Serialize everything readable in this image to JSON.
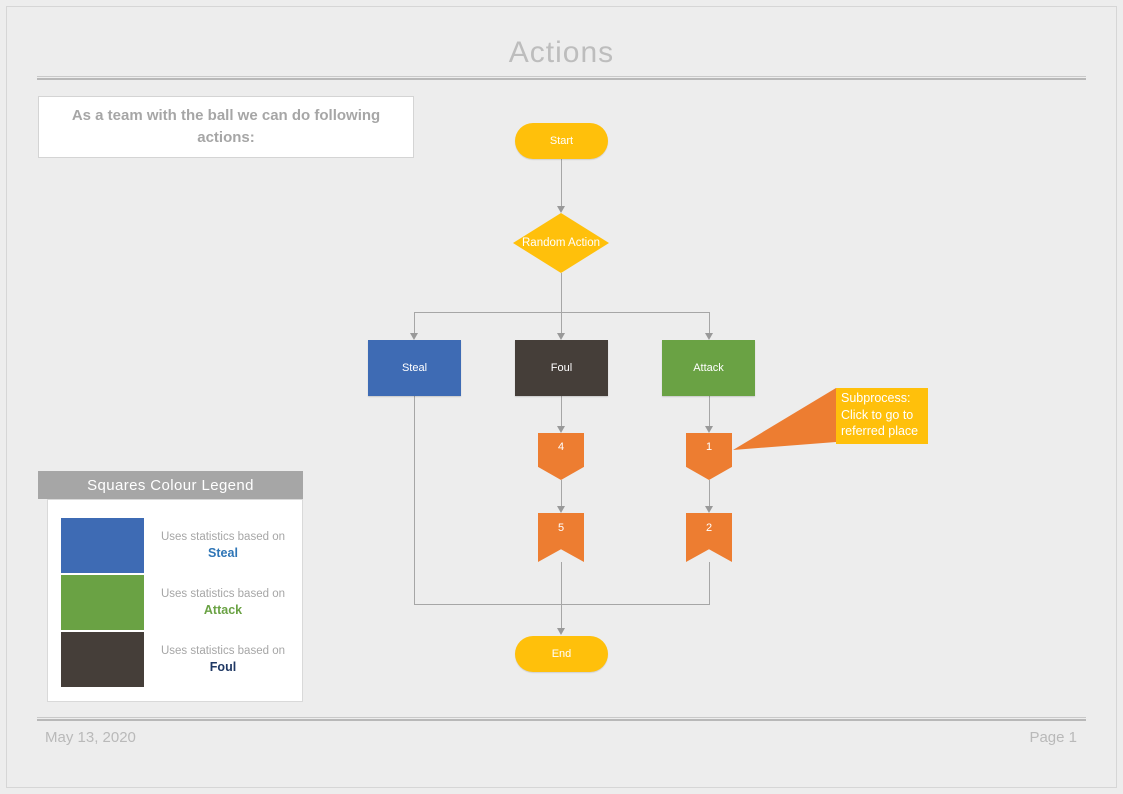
{
  "page": {
    "title": "Actions",
    "footer": {
      "date": "May 13, 2020",
      "page_number": "Page 1"
    }
  },
  "intro_box": {
    "text": "As a team with the ball we can do following actions:"
  },
  "flowchart": {
    "start": {
      "label": "Start"
    },
    "decision": {
      "label": "Random Action"
    },
    "branches": [
      {
        "label": "Steal",
        "color": "#3E6BB4"
      },
      {
        "label": "Foul",
        "color": "#453E39"
      },
      {
        "label": "Attack",
        "color": "#6AA244"
      }
    ],
    "subprocess_refs": [
      {
        "label": "4"
      },
      {
        "label": "1"
      },
      {
        "label": "5"
      },
      {
        "label": "2"
      }
    ],
    "end": {
      "label": "End"
    }
  },
  "callout": {
    "lines": [
      "Subprocess:",
      "Click to go to",
      "referred place"
    ]
  },
  "legend": {
    "title": "Squares Colour Legend",
    "items": [
      {
        "prefix": "Uses statistics based on",
        "word": "Steal",
        "swatch_color": "#3E6BB4",
        "word_color": "#2E75B6"
      },
      {
        "prefix": "Uses statistics based on",
        "word": "Attack",
        "swatch_color": "#6AA244",
        "word_color": "#6AA244"
      },
      {
        "prefix": "Uses statistics based on",
        "word": "Foul",
        "swatch_color": "#453E39",
        "word_color": "#1F3864"
      }
    ]
  },
  "colors": {
    "yellow": "#FFC00B",
    "orange": "#ED7D31",
    "connector": "#A6A6A6",
    "legend_header_bg": "#A6A6A6"
  }
}
